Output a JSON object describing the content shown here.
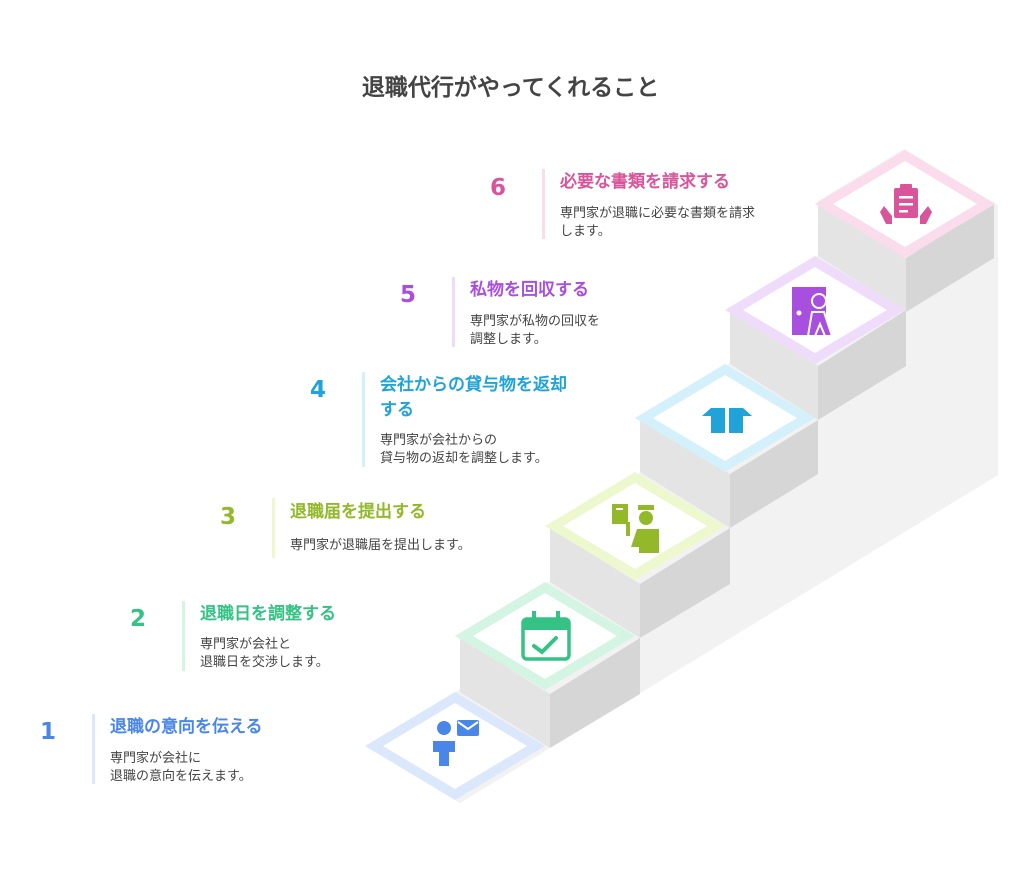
{
  "title": "退職代行がやってくれること",
  "steps": [
    {
      "num": "1",
      "title": "退職の意向を伝える",
      "desc1": "専門家が会社に",
      "desc2": "退職の意向を伝えます。",
      "color": "#4a86e8",
      "light": "#dbe7fb",
      "icon": "person-mail-icon"
    },
    {
      "num": "2",
      "title": "退職日を調整する",
      "desc1": "専門家が会社と",
      "desc2": "退職日を交渉します。",
      "color": "#34c385",
      "light": "#d4f4e4",
      "icon": "calendar-check-icon"
    },
    {
      "num": "3",
      "title": "退職届を提出する",
      "desc1": "専門家が退職届を提出します。",
      "desc2": "",
      "color": "#93b82a",
      "light": "#eef8cf",
      "icon": "person-document-icon"
    },
    {
      "num": "4",
      "title1": "会社からの貸与物を返却",
      "title2": "する",
      "desc1": "専門家が会社からの",
      "desc2": "貸与物の返却を調整します。",
      "color": "#1fa3d8",
      "light": "#d4f0fb",
      "icon": "box-icon"
    },
    {
      "num": "5",
      "title": "私物を回収する",
      "desc1": "専門家が私物の回収を",
      "desc2": "調整します。",
      "color": "#a94fe0",
      "light": "#efdcfb",
      "icon": "person-door-icon"
    },
    {
      "num": "6",
      "title": "必要な書類を請求する",
      "desc1": "専門家が退職に必要な書類を請求",
      "desc2": "します。",
      "color": "#d9559b",
      "light": "#fbdcec",
      "icon": "clipboard-hands-icon"
    }
  ]
}
